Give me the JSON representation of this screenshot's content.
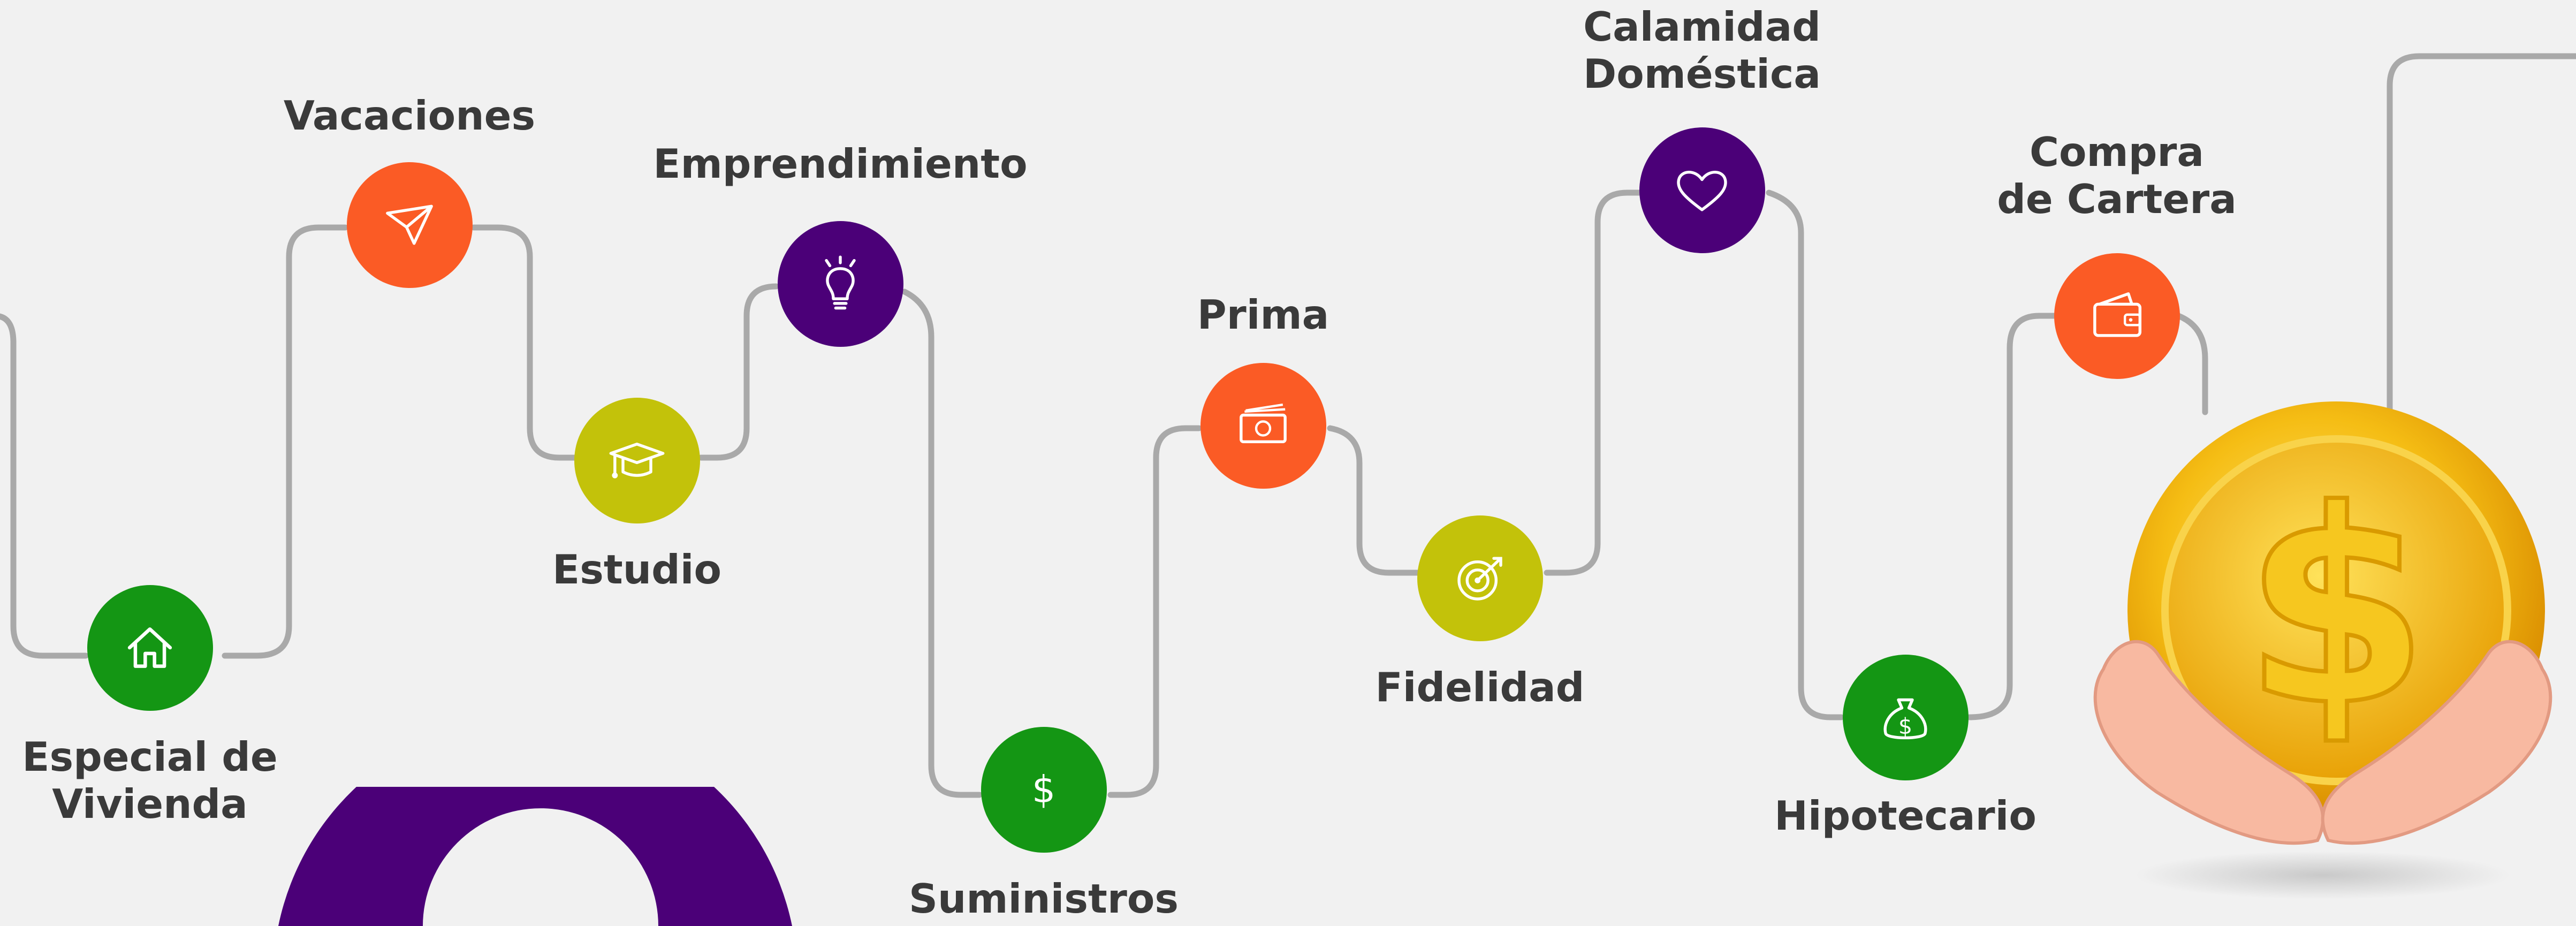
{
  "colors": {
    "line": "#a9a9a9",
    "green": "#149614",
    "orange": "#fb5b25",
    "purple": "#4b0078",
    "olive": "#c3c20a",
    "label": "#3a3a3a",
    "background": "#f1f1f1"
  },
  "credit_lines": [
    {
      "id": "vivienda",
      "label_lines": [
        "Especial de",
        "Vivienda"
      ],
      "icon": "house-icon",
      "color": "green"
    },
    {
      "id": "vacaciones",
      "label_lines": [
        "Vacaciones"
      ],
      "icon": "paper-plane-icon",
      "color": "orange"
    },
    {
      "id": "estudio",
      "label_lines": [
        "Estudio"
      ],
      "icon": "graduation-cap-icon",
      "color": "olive"
    },
    {
      "id": "emprendimiento",
      "label_lines": [
        "Emprendimiento"
      ],
      "icon": "lightbulb-icon",
      "color": "purple"
    },
    {
      "id": "suministros",
      "label_lines": [
        "Suministros"
      ],
      "icon": "dollar-sign-icon",
      "color": "green"
    },
    {
      "id": "prima",
      "label_lines": [
        "Prima"
      ],
      "icon": "banknotes-icon",
      "color": "orange"
    },
    {
      "id": "fidelidad",
      "label_lines": [
        "Fidelidad"
      ],
      "icon": "target-icon",
      "color": "olive"
    },
    {
      "id": "calamidad",
      "label_lines": [
        "Calamidad",
        "Doméstica"
      ],
      "icon": "heart-icon",
      "color": "purple"
    },
    {
      "id": "hipotecario",
      "label_lines": [
        "Hipotecario"
      ],
      "icon": "money-bag-icon",
      "color": "green"
    },
    {
      "id": "cartera",
      "label_lines": [
        "Compra",
        "de Cartera"
      ],
      "icon": "wallet-icon",
      "color": "orange"
    }
  ],
  "decorations": {
    "coin": "coin-in-hands-icon",
    "bottom_shape": "purple-ring-shape"
  }
}
